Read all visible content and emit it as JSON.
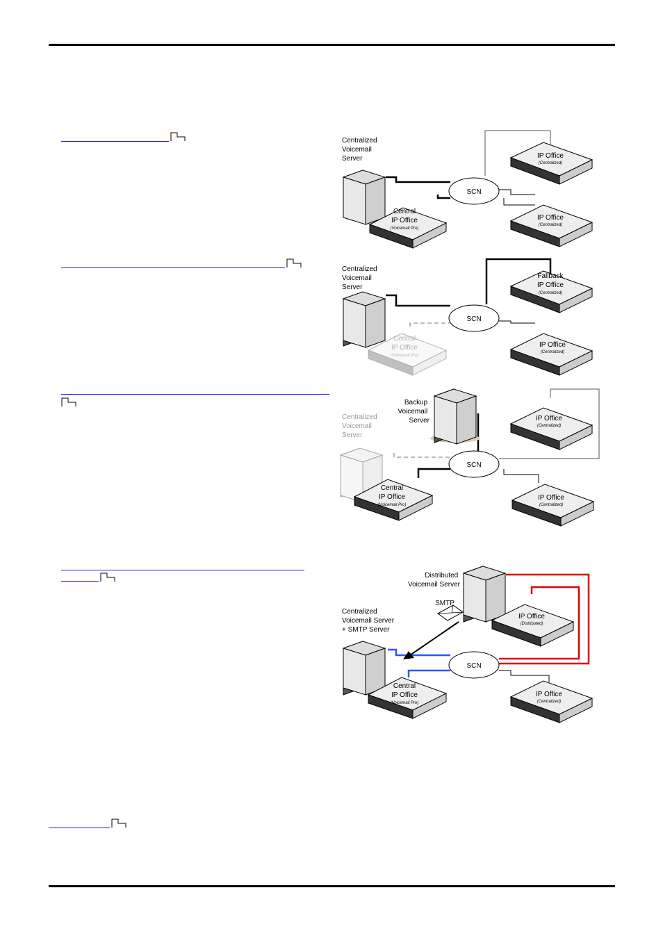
{
  "labels": {
    "centralized_voicemail_server": [
      "Centralized",
      "Voicemail",
      "Server"
    ],
    "centralized_smtp": [
      "Centralized",
      "Voicemail Server",
      "+ SMTP Server"
    ],
    "backup_voicemail_server": [
      "Backup",
      "Voicemail",
      "Server"
    ],
    "distributed_voicemail_server": [
      "Distributed",
      "Voicemail Server"
    ],
    "central_ip_office": [
      "Central",
      "IP Office"
    ],
    "voicemail_pro": "(Voicemail Pro)",
    "ip_office": "IP Office",
    "fallback_ip_office": [
      "Fallback",
      "IP Office"
    ],
    "centralized": "(Centralized)",
    "distributed": "(Distributed)",
    "scn": "SCN",
    "smtp": "SMTP"
  },
  "colors": {
    "link": "#1a1aff",
    "red_link": "#dd0000",
    "blue_link": "#2a55ff"
  }
}
